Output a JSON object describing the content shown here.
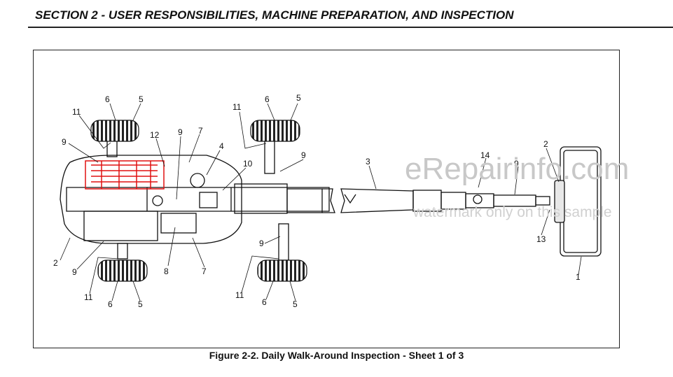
{
  "header": {
    "section_title": "SECTION 2 - USER RESPONSIBILITIES, MACHINE PREPARATION, AND INSPECTION"
  },
  "figure": {
    "caption": "Figure 2-2. Daily Walk-Around Inspection - Sheet 1 of 3"
  },
  "watermark": {
    "site": "eRepairinfo.com",
    "note": "watermark only on this sample"
  },
  "callouts": {
    "rear_tire_top_tread": "6",
    "rear_tire_top_wheel": "5",
    "rear_tire_top_nuts": "11",
    "left_9_top": "9",
    "engine_12": "12",
    "center_9": "9",
    "center_7": "7",
    "turntable_4": "4",
    "hydraulic_10": "10",
    "front_tire_top_tread": "6",
    "front_tire_top_wheel": "5",
    "front_tire_top_nuts": "11",
    "front_9_top": "9",
    "boom_3": "3",
    "rotator_14": "14",
    "jib_9": "9",
    "platform_2": "2",
    "platform_13": "13",
    "platform_1": "1",
    "left_2": "2",
    "left_9_bottom": "9",
    "left_8": "8",
    "left_7_bottom": "7",
    "rear_tire_bottom_nuts": "11",
    "rear_tire_bottom_tread": "6",
    "rear_tire_bottom_wheel": "5",
    "front_9_bottom": "9",
    "front_tire_bottom_nuts": "11",
    "front_tire_bottom_tread": "6",
    "front_tire_bottom_wheel": "5"
  },
  "colors": {
    "ink": "#111111",
    "highlight": "#e01010",
    "watermark": "#c8c8c8"
  }
}
